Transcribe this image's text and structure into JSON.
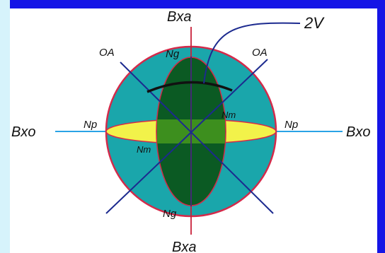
{
  "diagram": {
    "labels": {
      "bxa_top": "Bxa",
      "bxa_bottom": "Bxa",
      "bxo_left": "Bxo",
      "bxo_right": "Bxo",
      "oa_left": "OA",
      "oa_right": "OA",
      "ng_top": "Ng",
      "ng_bottom": "Ng",
      "np_left": "Np",
      "np_right": "Np",
      "nm_right": "Nm",
      "nm_left": "Nm",
      "two_v": "2V"
    },
    "colors": {
      "page_border": "#1515e6",
      "panel": "#ffffff",
      "sphere": "#1aa6ab",
      "sphere_outline": "#d42a4a",
      "ng_ellipse": "#0b5a23",
      "np_ellipse": "#f2f24a",
      "central_zone": "#3d8f1e",
      "optic_axes": "#1c2a8f",
      "bxo_line": "#2aa3e6",
      "bxa_line": "#c8213a",
      "arc": "#111111"
    }
  }
}
